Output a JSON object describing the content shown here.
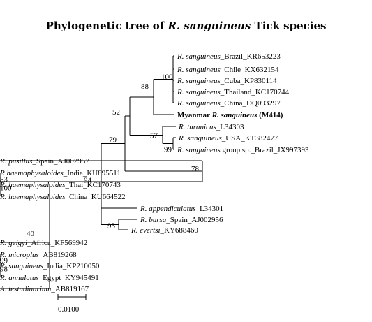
{
  "title": {
    "prefix": "Phylogenetic tree of ",
    "italic": "R. sanguineus",
    "suffix": " Tick species"
  },
  "scale_bar": {
    "label": "0.0100",
    "length": 0.01
  },
  "tree": {
    "bootstrap": "40",
    "children": [
      {
        "bootstrap": "94",
        "children": [
          {
            "bootstrap": "79",
            "children": [
              {
                "bootstrap": "52",
                "children": [
                  {
                    "bootstrap": "88",
                    "children": [
                      {
                        "bootstrap": "100",
                        "children": [
                          {
                            "italic": "R. sanguineus",
                            "rest": "_Brazil_KR653223"
                          },
                          {
                            "italic": "R. sanguineus",
                            "rest": "_Chile_KX632154"
                          },
                          {
                            "italic": "R. sanguineus",
                            "rest": "_Cuba_KP830114"
                          },
                          {
                            "italic": "R. sanguineus",
                            "rest": "_Thailand_KC170744"
                          },
                          {
                            "italic": "R. sanguineus",
                            "rest": "_China_DQ093297"
                          }
                        ]
                      },
                      {
                        "pre": "Myanmar ",
                        "italic": "R. sanguineus",
                        "rest": " (M414)",
                        "bold": true
                      }
                    ]
                  },
                  {
                    "bootstrap": "57",
                    "children": [
                      {
                        "italic": "R. turanicus",
                        "rest": "_L34303"
                      },
                      {
                        "bootstrap": "99",
                        "children": [
                          {
                            "italic": "R. sanguineus",
                            "rest": "_USA_KT382477"
                          },
                          {
                            "italic": "R. sanguineus",
                            "rest": " group sp._Brazil_JX997393"
                          }
                        ]
                      }
                    ]
                  }
                ]
              },
              {
                "bootstrap": "78",
                "children": [
                  {
                    "italic": "R. pusillus",
                    "rest": "_Spain_AJ002957"
                  },
                  {
                    "bootstrap": "53",
                    "children": [
                      {
                        "italic": "R haemaphysaloides",
                        "rest": "_India_KU895511"
                      },
                      {
                        "bootstrap": "100",
                        "children": [
                          {
                            "italic": "R. haemaphysaloides",
                            "rest": "_Thai_KC170743"
                          },
                          {
                            "italic": "R. haemaphysaloides",
                            "rest": "_China_KU664522"
                          }
                        ]
                      }
                    ]
                  }
                ]
              }
            ]
          },
          {
            "italic": "R. appendiculatus",
            "rest": "_L34301"
          },
          {
            "bootstrap": "93",
            "children": [
              {
                "italic": "R. bursa",
                "rest": "_Spain_AJ002956"
              },
              {
                "italic": "R. evertsi",
                "rest": "_KY688460"
              }
            ]
          }
        ]
      },
      {
        "italic": "R. geigyi",
        "rest": "_Africa_KF569942"
      },
      {
        "bootstrap": "99",
        "children": [
          {
            "italic": "R. microplus",
            "rest": "_AB819268"
          },
          {
            "bootstrap": "98",
            "children": [
              {
                "italic": "R. sanguineus",
                "rest": "_India_KP210050"
              },
              {
                "italic": "R. annulatus",
                "rest": "_Egypt_KY945491"
              }
            ]
          }
        ]
      },
      {
        "italic": "A. testudinarium",
        "rest": "_AB819167"
      }
    ]
  }
}
